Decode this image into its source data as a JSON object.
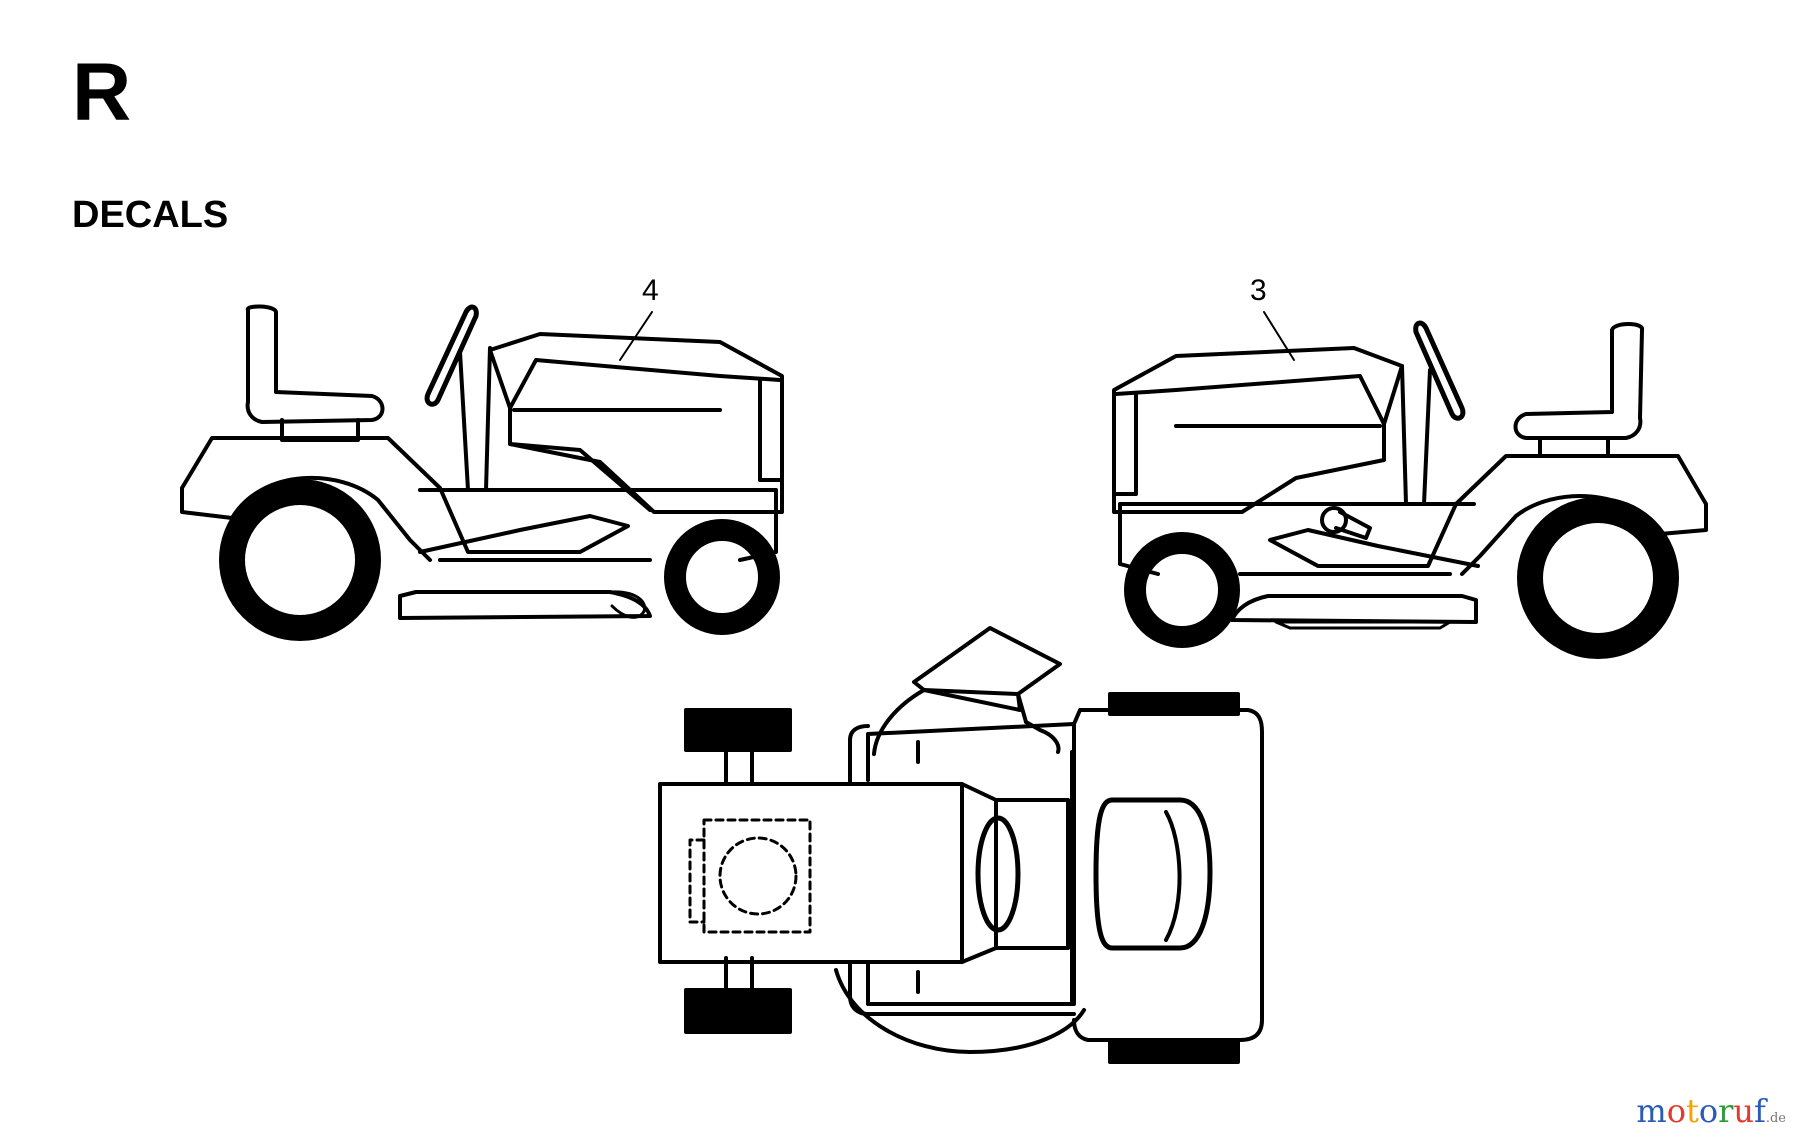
{
  "section": {
    "letter": "R",
    "title": "DECALS"
  },
  "callouts": [
    {
      "id": "left-hood",
      "number": "4"
    },
    {
      "id": "right-hood",
      "number": "3"
    }
  ],
  "watermark": {
    "parts": [
      {
        "text": "m",
        "color": "#2b5bb6"
      },
      {
        "text": "o",
        "color": "#e23b2e"
      },
      {
        "text": "t",
        "color": "#f2a400"
      },
      {
        "text": "o",
        "color": "#2b5bb6"
      },
      {
        "text": "r",
        "color": "#2e9a3a"
      },
      {
        "text": "u",
        "color": "#e23b2e"
      },
      {
        "text": "f",
        "color": "#2b5bb6"
      }
    ],
    "suffix": ".de"
  },
  "colors": {
    "line": "#000000",
    "background": "#ffffff"
  }
}
